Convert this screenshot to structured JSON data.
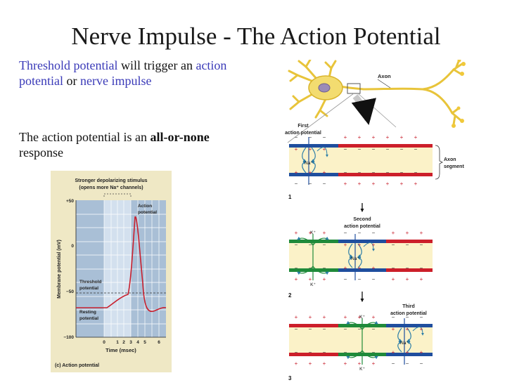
{
  "slide": {
    "title": "Nerve Impulse - The Action Potential"
  },
  "text": {
    "p1": {
      "term1": "Threshold potential",
      "part2": " will trigger an ",
      "term2": "action potential",
      "part3": " or ",
      "term3": "nerve impulse"
    },
    "p2": {
      "part1": "The action potential is an ",
      "bold": "all-or-none",
      "part2": " response"
    }
  },
  "graph": {
    "stimulus_label_1": "Stronger depolarizing stimulus",
    "stimulus_label_2": "(opens more Na⁺ channels)",
    "ylabel": "Membrane potential (mV)",
    "xlabel": "Time (msec)",
    "action_label_1": "Action",
    "action_label_2": "potential",
    "threshold_label_1": "Threshold",
    "threshold_label_2": "potential",
    "resting_label_1": "Resting",
    "resting_label_2": "potential",
    "caption": "(c) Action potential",
    "yticks": [
      "+50",
      "0",
      "−50",
      "−100"
    ],
    "xticks": [
      "0",
      "1",
      "2",
      "3",
      "4",
      "5",
      "6"
    ]
  },
  "axon_figure": {
    "axon_label": "Axon",
    "first_1": "First",
    "first_2": "action potential",
    "segment_1": "Axon",
    "segment_2": "segment",
    "second_1": "Second",
    "second_2": "action potential",
    "third_1": "Third",
    "third_2": "action potential",
    "na_ion": "Na⁺",
    "k_ion": "K⁺",
    "plus": "+",
    "minus": "−",
    "step1": "1",
    "step2": "2",
    "step3": "3",
    "colors": {
      "red": "#cc1f2a",
      "blue": "#1f4e9e",
      "green": "#1f8a3a",
      "cytoplasm": "#fbf2c8"
    }
  }
}
